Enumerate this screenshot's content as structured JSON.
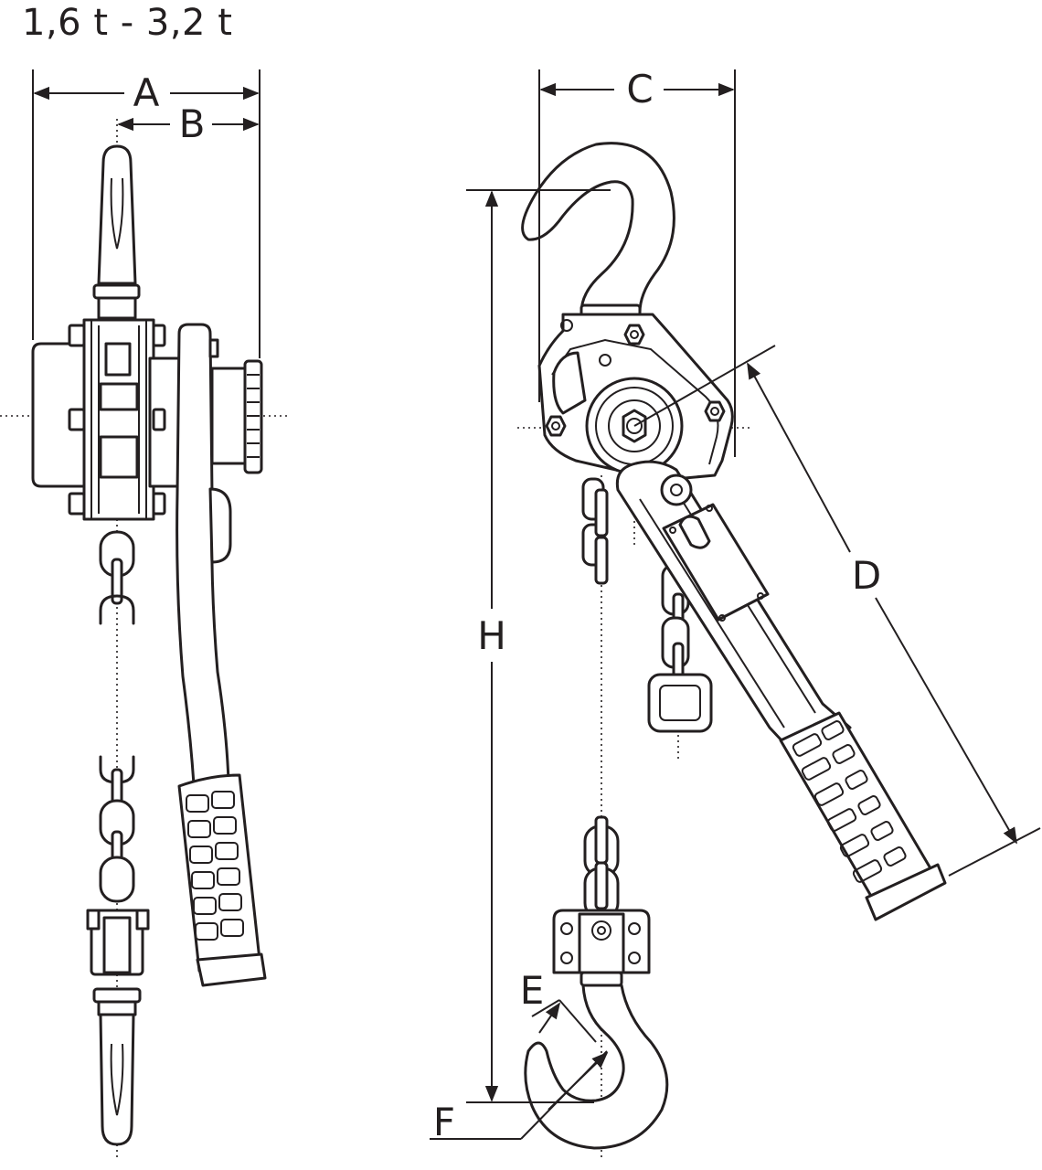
{
  "title": "1,6 t - 3,2 t",
  "labels": {
    "A": "A",
    "B": "B",
    "C": "C",
    "D": "D",
    "E": "E",
    "F": "F",
    "H": "H"
  },
  "colors": {
    "line": "#231f20",
    "background": "#ffffff"
  }
}
